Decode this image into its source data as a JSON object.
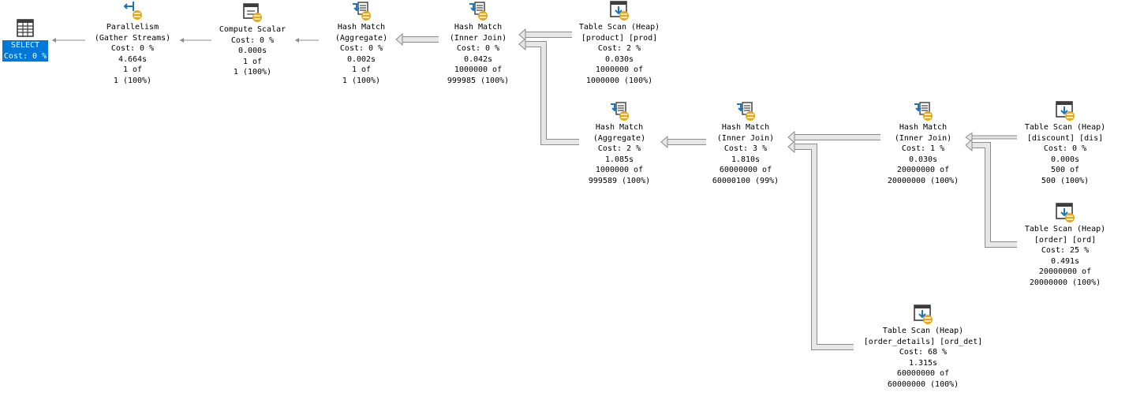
{
  "colors": {
    "selection_bg": "#0078d7",
    "arrow_fill": "#e6e6e6",
    "arrow_stroke": "#8c8c8c",
    "icon_dark": "#3c3c3c",
    "icon_blue": "#1e73be",
    "icon_gold": "#e6a817"
  },
  "nodes": {
    "select": {
      "icon": "select-grid-icon",
      "lines": [
        "SELECT",
        "Cost: 0 %"
      ]
    },
    "parallelism": {
      "icon": "parallelism-gather-streams-icon",
      "lines": [
        "Parallelism",
        "(Gather Streams)",
        "Cost: 0 %",
        "4.664s",
        "1 of",
        "1 (100%)"
      ]
    },
    "compute_scalar": {
      "icon": "compute-scalar-icon",
      "lines": [
        "Compute Scalar",
        "Cost: 0 %",
        "0.000s",
        "1 of",
        "1 (100%)"
      ]
    },
    "hash_agg_top": {
      "icon": "hash-match-icon",
      "lines": [
        "Hash Match",
        "(Aggregate)",
        "Cost: 0 %",
        "0.002s",
        "1 of",
        "1 (100%)"
      ]
    },
    "hash_join_top": {
      "icon": "hash-match-icon",
      "lines": [
        "Hash Match",
        "(Inner Join)",
        "Cost: 0 %",
        "0.042s",
        "1000000 of",
        "999985 (100%)"
      ]
    },
    "scan_product": {
      "icon": "table-scan-icon",
      "lines": [
        "Table Scan (Heap)",
        "[product] [prod]",
        "Cost: 2 %",
        "0.030s",
        "1000000 of",
        "1000000 (100%)"
      ]
    },
    "hash_agg_mid": {
      "icon": "hash-match-icon",
      "lines": [
        "Hash Match",
        "(Aggregate)",
        "Cost: 2 %",
        "1.085s",
        "1000000 of",
        "999589 (100%)"
      ]
    },
    "hash_join_mid": {
      "icon": "hash-match-icon",
      "lines": [
        "Hash Match",
        "(Inner Join)",
        "Cost: 3 %",
        "1.810s",
        "60000000 of",
        "60000100 (99%)"
      ]
    },
    "hash_join_right": {
      "icon": "hash-match-icon",
      "lines": [
        "Hash Match",
        "(Inner Join)",
        "Cost: 1 %",
        "0.030s",
        "20000000 of",
        "20000000 (100%)"
      ]
    },
    "scan_discount": {
      "icon": "table-scan-icon",
      "lines": [
        "Table Scan (Heap)",
        "[discount] [dis]",
        "Cost: 0 %",
        "0.000s",
        "500 of",
        "500 (100%)"
      ]
    },
    "scan_order": {
      "icon": "table-scan-icon",
      "lines": [
        "Table Scan (Heap)",
        "[order] [ord]",
        "Cost: 25 %",
        "0.491s",
        "20000000 of",
        "20000000 (100%)"
      ]
    },
    "scan_order_details": {
      "icon": "table-scan-icon",
      "lines": [
        "Table Scan (Heap)",
        "[order_details] [ord_det]",
        "Cost: 68 %",
        "1.315s",
        "60000000 of",
        "60000000 (100%)"
      ]
    }
  }
}
